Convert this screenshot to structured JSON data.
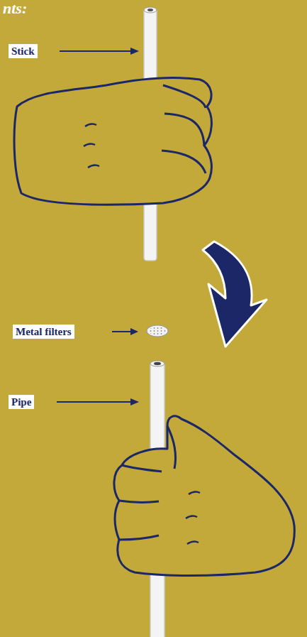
{
  "diagram": {
    "labels": [
      "nts:",
      "Stick",
      "Metal filters",
      "Pipe"
    ]
  }
}
